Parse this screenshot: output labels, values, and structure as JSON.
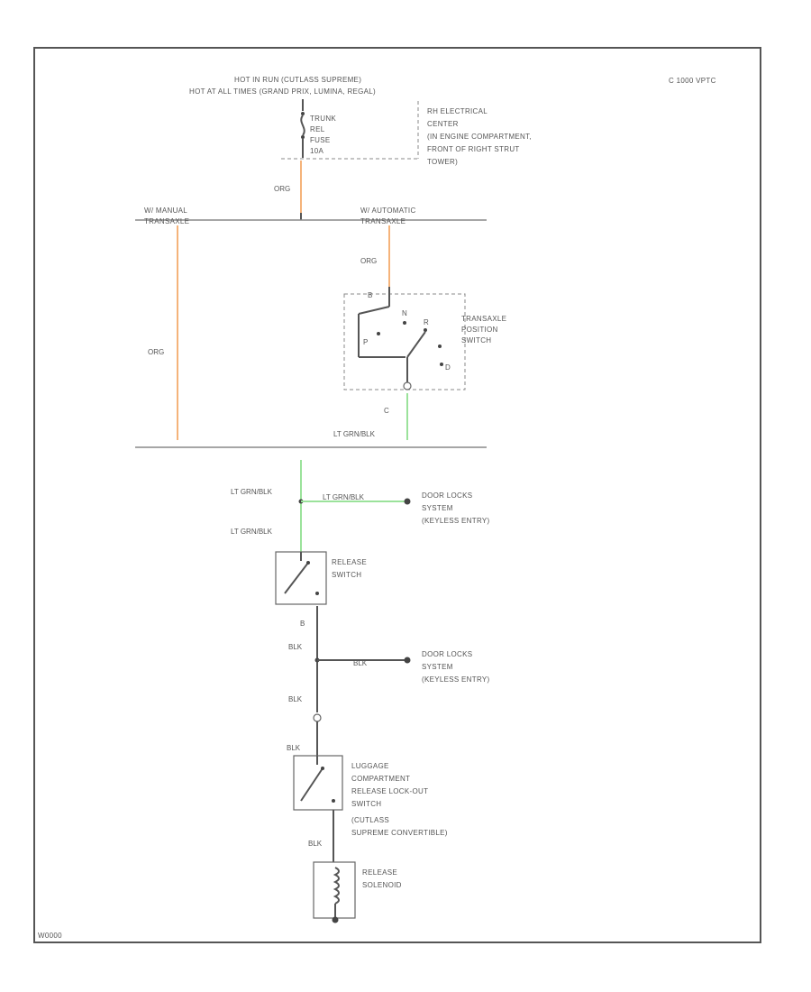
{
  "diagram": {
    "corner_code": "C 1000 VPTC",
    "figure_id": "W0000",
    "power": {
      "line1": "HOT IN RUN (CUTLASS SUPREME)",
      "line2": "HOT AT ALL TIMES (GRAND PRIX, LUMINA, REGAL)",
      "fuse_lines": [
        "TRUNK",
        "REL",
        "FUSE",
        "10A"
      ],
      "center_lines": [
        "RH ELECTRICAL",
        "CENTER",
        "(IN ENGINE COMPARTMENT,",
        "FRONT OF RIGHT STRUT",
        "TOWER)"
      ]
    },
    "wires": {
      "org_main": "ORG",
      "org_manual": "ORG",
      "org_auto": "ORG",
      "lt_grn_blk_1": "LT GRN/BLK",
      "lt_grn_blk_2": "LT GRN/BLK",
      "lt_grn_blk_3": "LT GRN/BLK",
      "lt_grn_blk_4": "LT GRN/BLK",
      "blk_1": "BLK",
      "blk_2": "BLK",
      "blk_3": "BLK",
      "blk_4": "BLK",
      "blk_5": "BLK"
    },
    "bus_labels": {
      "manual": [
        "W/ MANUAL",
        "TRANSAXLE"
      ],
      "automatic": [
        "W/ AUTOMATIC",
        "TRANSAXLE"
      ]
    },
    "transaxle_switch": {
      "label_lines": [
        "TRANSAXLE",
        "POSITION",
        "SWITCH"
      ],
      "pin_top": "B",
      "pin_bottom": "C",
      "positions": [
        "P",
        "N",
        "R",
        "D"
      ]
    },
    "door_locks_1": [
      "DOOR LOCKS",
      "SYSTEM",
      "(KEYLESS ENTRY)"
    ],
    "door_locks_2": [
      "DOOR LOCKS",
      "SYSTEM",
      "(KEYLESS ENTRY)"
    ],
    "release_switch": {
      "label_lines": [
        "RELEASE",
        "SWITCH"
      ],
      "pin": "B"
    },
    "lockout_switch": {
      "label_lines": [
        "LUGGAGE",
        "COMPARTMENT",
        "RELEASE LOCK-OUT",
        "SWITCH",
        "(CUTLASS",
        "SUPREME CONVERTIBLE)"
      ]
    },
    "solenoid": {
      "label_lines": [
        "RELEASE",
        "SOLENOID"
      ]
    }
  }
}
